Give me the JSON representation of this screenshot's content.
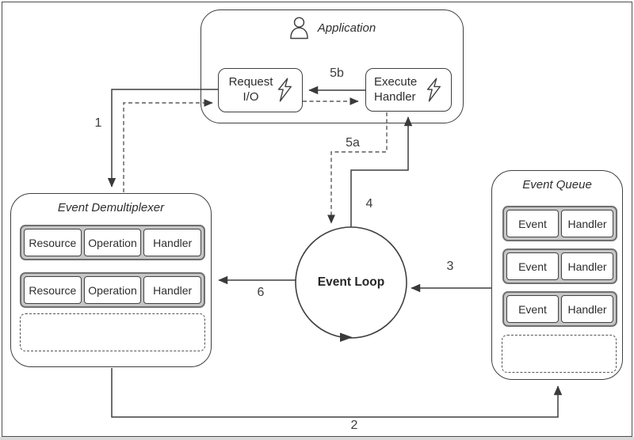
{
  "application": {
    "title": "Application",
    "request_io": {
      "lines": [
        "Request",
        "I/O"
      ]
    },
    "execute_handler": {
      "lines": [
        "Execute",
        "Handler"
      ]
    }
  },
  "event_demultiplexer": {
    "title": "Event Demultiplexer",
    "rows": [
      {
        "cells": [
          "Resource",
          "Operation",
          "Handler"
        ]
      },
      {
        "cells": [
          "Resource",
          "Operation",
          "Handler"
        ]
      }
    ]
  },
  "event_queue": {
    "title": "Event Queue",
    "rows": [
      {
        "cells": [
          "Event",
          "Handler"
        ]
      },
      {
        "cells": [
          "Event",
          "Handler"
        ]
      },
      {
        "cells": [
          "Event",
          "Handler"
        ]
      }
    ]
  },
  "event_loop": {
    "label": "Event Loop"
  },
  "arrow_labels": {
    "step1": "1",
    "step2": "2",
    "step3": "3",
    "step4": "4",
    "step5a": "5a",
    "step5b": "5b",
    "step6": "6"
  },
  "icons": {
    "application": "person-icon",
    "request_io": "lightning-icon",
    "execute_handler": "lightning-icon"
  },
  "colors": {
    "stroke": "#3f3f3f",
    "dashed_stroke": "#5a5a5a",
    "row_fill": "#c6c6c6",
    "row_border": "#707070",
    "cell_border": "#434343",
    "frame_border": "#4e4e4e",
    "bottom_strip": "#d9d9d9",
    "text": "#2e2e2e"
  }
}
